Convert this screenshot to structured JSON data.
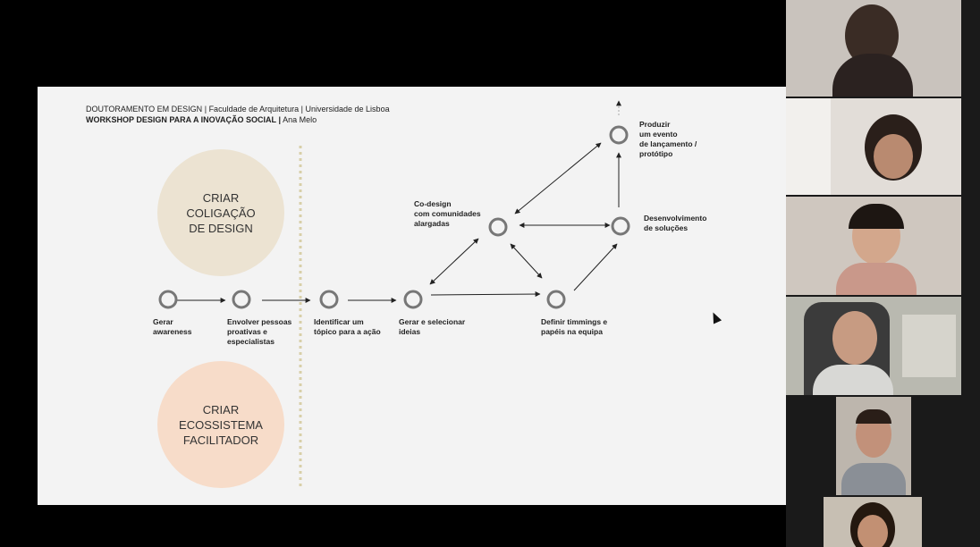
{
  "slide": {
    "header_line1_a": "DOUTORAMENTO EM DESIGN",
    "header_line1_b": "Faculdade de Arquitetura",
    "header_line1_c": "Universidade de Lisboa",
    "header_line2_a": "WORKSHOP DESIGN PARA A INOVAÇÃO SOCIAL",
    "header_line2_b": "Ana Melo",
    "separator": "|",
    "big_circle_1": "CRIAR\nCOLIGAÇÃO\nDE DESIGN",
    "big_circle_2": "CRIAR\nECOSSISTEMA\nFACILITADOR",
    "colors": {
      "circle_1": "#ece3d2",
      "circle_2": "#f7dcc9",
      "node_stroke": "#777777",
      "dotted": "#d8cfa8"
    },
    "nodes": {
      "n1": "Gerar\nawareness",
      "n2": "Envolver pessoas\nproativas e\nespecialistas",
      "n3": "Identificar um\ntópico para a ação",
      "n4": "Gerar e selecionar\nideias",
      "n5": "Definir timmings e\npapéis na equipa",
      "n6": "Co-design\ncom comunidades\nalargadas",
      "n7": "Desenvolvimento\nde soluções",
      "n8": "Produzir\num evento\nde lançamento /\nprotótipo"
    }
  },
  "participants": [
    {
      "name": "participant-1",
      "bg": "#c9c3bd"
    },
    {
      "name": "participant-2",
      "bg": "#d8d2cc"
    },
    {
      "name": "participant-3",
      "bg": "#cfc7bf"
    },
    {
      "name": "participant-4",
      "bg": "#b9b9b0"
    },
    {
      "name": "participant-5",
      "bg": "#bdb6ad"
    },
    {
      "name": "participant-6",
      "bg": "#c7bfb3"
    }
  ]
}
